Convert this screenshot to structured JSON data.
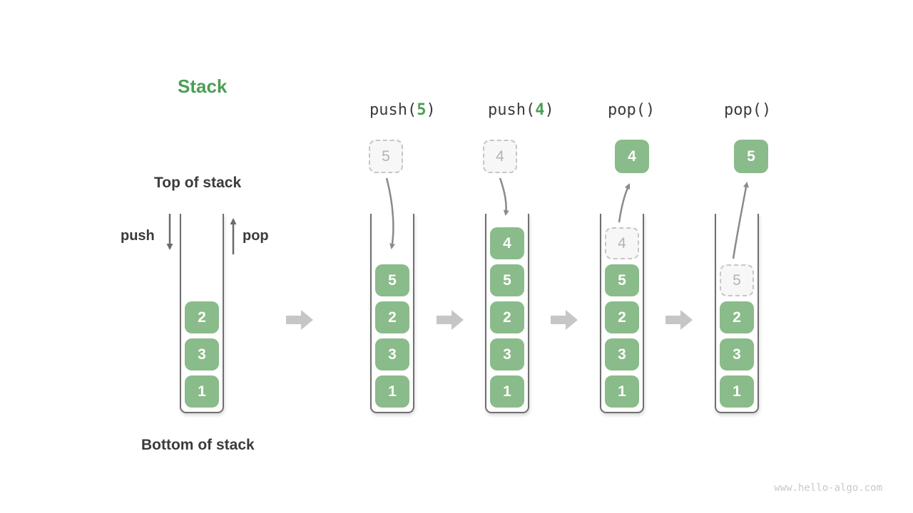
{
  "watermark": "www.hello-algo.com",
  "colors": {
    "node_green": "#8abb8a",
    "accent_green": "#4c9e55",
    "text_dark": "#3b3b3b",
    "ghost_grey": "#b3b3b3",
    "flow_arrow_grey": "#8a8a8a",
    "block_arrow_grey": "#c6c6c6"
  },
  "diagram": {
    "title": "Stack",
    "top_label": "Top of stack",
    "bottom_label": "Bottom of stack",
    "push_label": "push",
    "pop_label": "pop",
    "operations": [
      {
        "pre": "push(",
        "arg": "5",
        "post": ")",
        "floating_value": "5",
        "floating_style": "dashed"
      },
      {
        "pre": "push(",
        "arg": "4",
        "post": ")",
        "floating_value": "4",
        "floating_style": "dashed"
      },
      {
        "pre": "pop()",
        "arg": "",
        "post": "",
        "floating_value": "4",
        "floating_style": "solid"
      },
      {
        "pre": "pop()",
        "arg": "",
        "post": "",
        "floating_value": "5",
        "floating_style": "solid"
      }
    ],
    "stacks": [
      {
        "name": "initial",
        "ghost": null,
        "slots": [
          "2",
          "3",
          "1"
        ]
      },
      {
        "name": "after-push-5",
        "ghost": null,
        "slots": [
          "5",
          "2",
          "3",
          "1"
        ]
      },
      {
        "name": "after-push-4",
        "ghost": null,
        "slots": [
          "4",
          "5",
          "2",
          "3",
          "1"
        ]
      },
      {
        "name": "after-pop-4",
        "ghost": "4",
        "slots": [
          "5",
          "2",
          "3",
          "1"
        ]
      },
      {
        "name": "after-pop-5",
        "ghost": "5",
        "slots": [
          "2",
          "3",
          "1"
        ]
      }
    ]
  }
}
